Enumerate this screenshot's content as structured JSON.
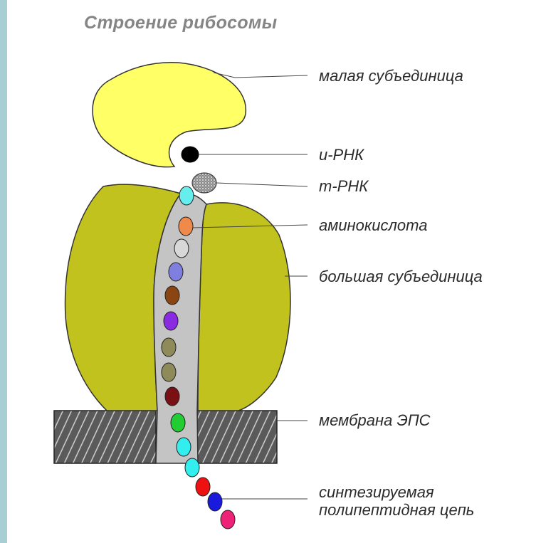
{
  "title": "Строение рибосомы",
  "labels": {
    "small_subunit": "малая субъединица",
    "i_rna": "и-РНК",
    "t_rna": "т-РНК",
    "amino_acid": "аминокислота",
    "large_subunit": "большая субъединица",
    "membrane": "мембрана ЭПС",
    "peptide_line1": "синтезируемая",
    "peptide_line2": "полипептидная цепь"
  },
  "colors": {
    "small_subunit": "#ffff66",
    "large_subunit": "#c2c21f",
    "channel": "#c4c4c4",
    "membrane": "#555555",
    "i_rna": "#000000",
    "t_rna": "#9a9a9a"
  },
  "amino_acid_colors": [
    "#66eeee",
    "#f08a4b",
    "#d8d8d8",
    "#7f7fe0",
    "#8b4513",
    "#8a2be2",
    "#8f8a5a",
    "#8f8a5a",
    "#7a0f14",
    "#22cc33",
    "#33eeee",
    "#33eeee",
    "#ee1111",
    "#1a1add",
    "#ee2277"
  ]
}
